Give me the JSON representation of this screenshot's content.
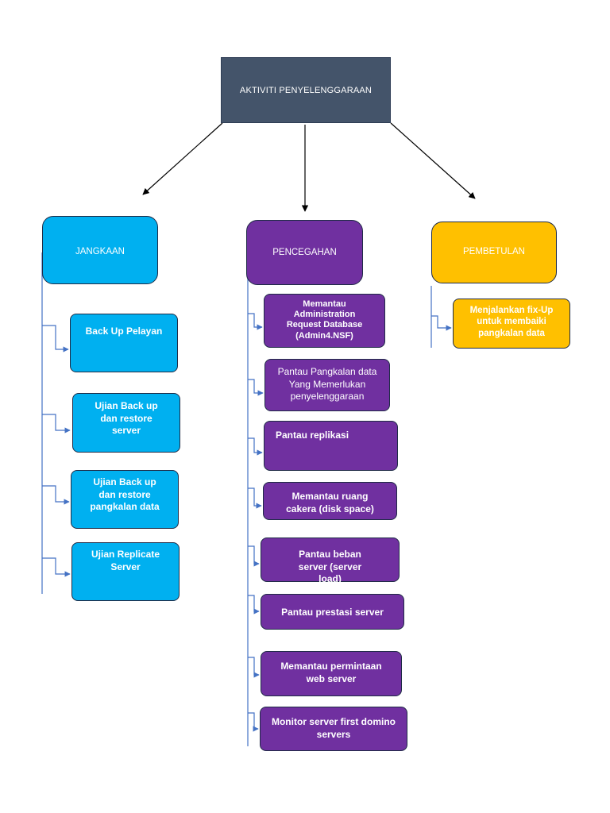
{
  "title": "AKTIVITI PENYELENGGARAAN",
  "colors": {
    "title_box": "#44546a",
    "jangkaan": "#00b0f0",
    "pencegahan": "#7030a0",
    "pembetulan": "#ffc000",
    "connector": "#4472c4",
    "arrow": "#000000"
  },
  "columns": {
    "jangkaan": {
      "label": "JANGKAAN",
      "items": [
        "Back Up Pelayan",
        "Ujian Back up dan restore server",
        "Ujian Back up dan restore pangkalan data",
        "Ujian Replicate Server"
      ]
    },
    "pencegahan": {
      "label": "PENCEGAHAN",
      "items": [
        "Memantau Administration Request Database (Admin4.NSF)",
        "Pantau Pangkalan data Yang Memerlukan penyelenggaraan",
        "Pantau replikasi",
        "Memantau ruang cakera (disk space)",
        "Pantau beban server (server load)",
        "Pantau prestasi server",
        "Memantau permintaan web server",
        "Monitor server first domino servers"
      ]
    },
    "pembetulan": {
      "label": "PEMBETULAN",
      "items": [
        "Menjalankan fix-Up untuk membaiki pangkalan data"
      ]
    }
  }
}
